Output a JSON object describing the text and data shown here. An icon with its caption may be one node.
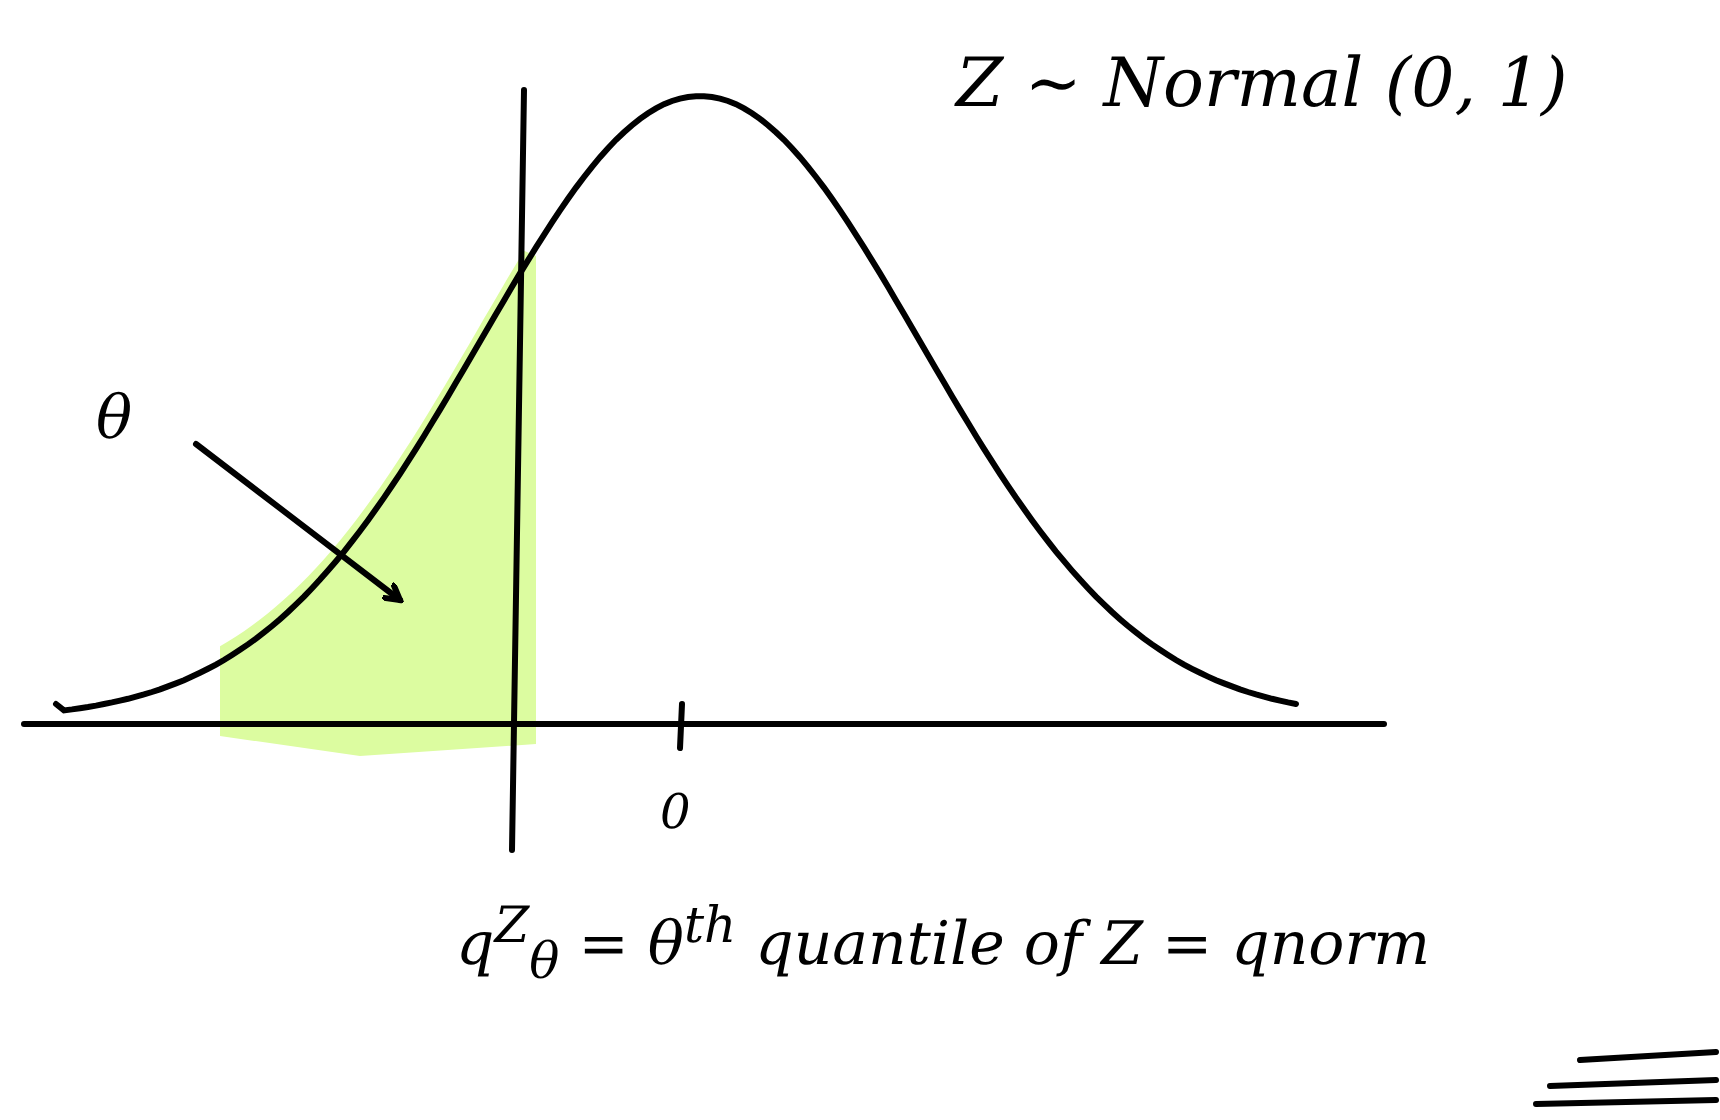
{
  "diagram": {
    "nodes": [
      {
        "text": [
          "θ"
        ]
      },
      {
        "text": [],
        "shape": "area"
      }
    ],
    "edges": [
      {
        "from": 0,
        "to": 1,
        "arrow": "to"
      }
    ],
    "labels": [
      "Z ~ Normal (0, 1)",
      "0",
      "q$^{Z}$$_{θ}$ = θ$^{th}$ quantile of Z = qnorm"
    ]
  }
}
